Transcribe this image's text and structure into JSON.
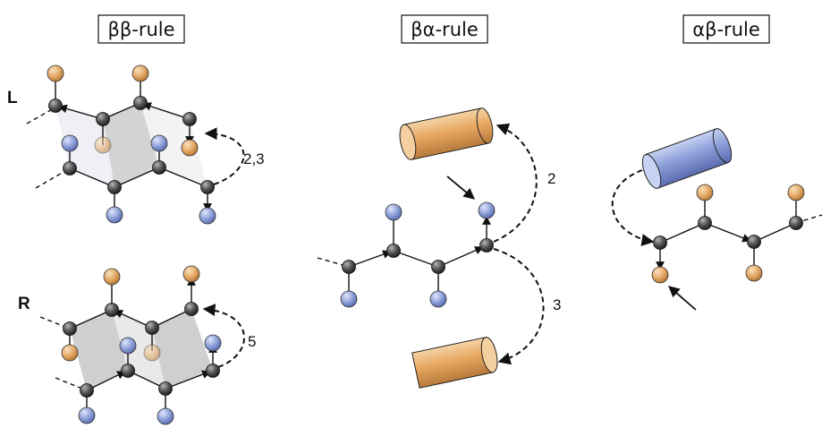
{
  "panels": [
    {
      "title": "ββ-rule"
    },
    {
      "title": "βα-rule"
    },
    {
      "title": "αβ-rule"
    }
  ],
  "handedness": {
    "left": "L",
    "right": "R"
  },
  "hbond_labels": {
    "bb_L": "2,3",
    "bb_R": "5",
    "ba_up": "2",
    "ba_down": "3"
  },
  "colors": {
    "orange_atom": "#e3a865",
    "blue_atom": "#8c9fd8",
    "dark_atom": "#4d4d4d",
    "sheet_shade": "#d3d3d3",
    "orange_cylinder": "#e3a865",
    "blue_cylinder": "#8c9fd8"
  }
}
